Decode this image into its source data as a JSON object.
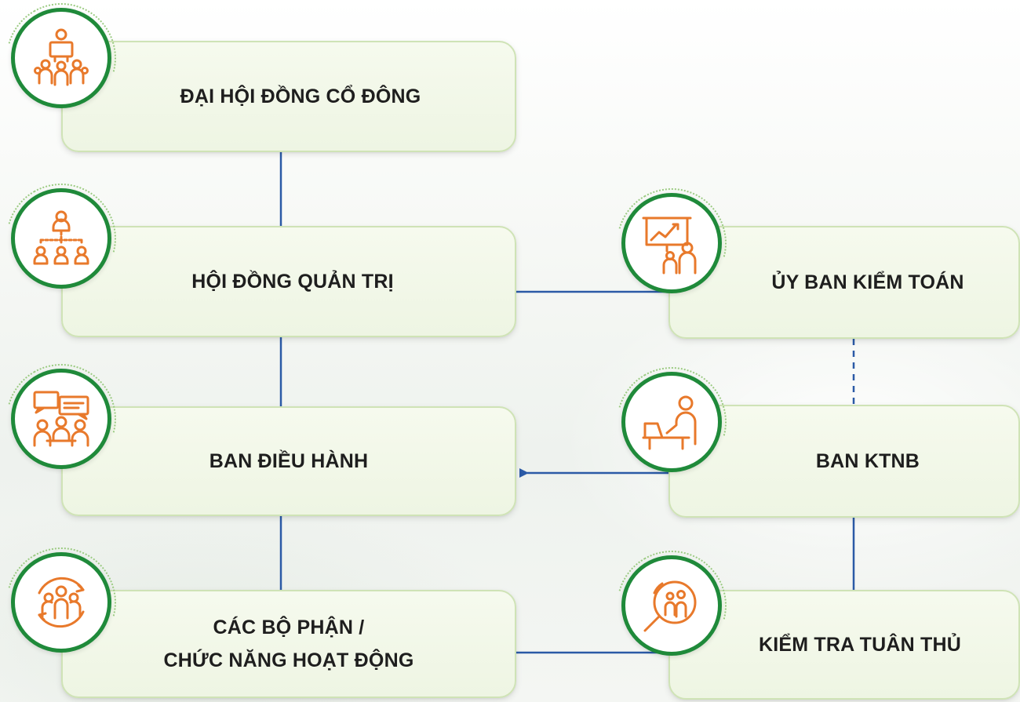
{
  "colors": {
    "accent_green": "#1f8a3a",
    "icon_orange": "#e8792b",
    "line_blue": "#2b5aa6",
    "box_fill": "#f1f7e8"
  },
  "nodes": {
    "shareholders": {
      "label": "ĐẠI HỘI ĐỒNG CỔ ĐÔNG",
      "icon": "meeting-presenter-icon"
    },
    "board": {
      "label": "HỘI ĐỒNG QUẢN TRỊ",
      "icon": "org-hierarchy-icon"
    },
    "executive": {
      "label": "BAN ĐIỀU HÀNH",
      "icon": "team-discussion-icon"
    },
    "departments": {
      "line1": "CÁC BỘ PHẬN /",
      "line2": "CHỨC NĂNG HOẠT ĐỘNG",
      "icon": "team-cycle-icon"
    },
    "audit_committee": {
      "label": "ỦY BAN KIỂM TOÁN",
      "icon": "presentation-chart-icon"
    },
    "internal_audit": {
      "label": "BAN KTNB",
      "icon": "desk-worker-icon"
    },
    "compliance": {
      "label": "KIỂM TRA TUÂN THỦ",
      "icon": "magnifier-people-icon"
    }
  },
  "edges": [
    {
      "from": "shareholders",
      "to": "board",
      "style": "solid"
    },
    {
      "from": "board",
      "to": "executive",
      "style": "solid"
    },
    {
      "from": "executive",
      "to": "departments",
      "style": "solid"
    },
    {
      "from": "board",
      "to": "audit_committee",
      "style": "solid"
    },
    {
      "from": "audit_committee",
      "to": "internal_audit",
      "style": "dashed"
    },
    {
      "from": "internal_audit",
      "to": "executive",
      "style": "arrow"
    },
    {
      "from": "internal_audit",
      "to": "compliance",
      "style": "solid"
    },
    {
      "from": "departments",
      "to": "compliance",
      "style": "solid"
    }
  ]
}
